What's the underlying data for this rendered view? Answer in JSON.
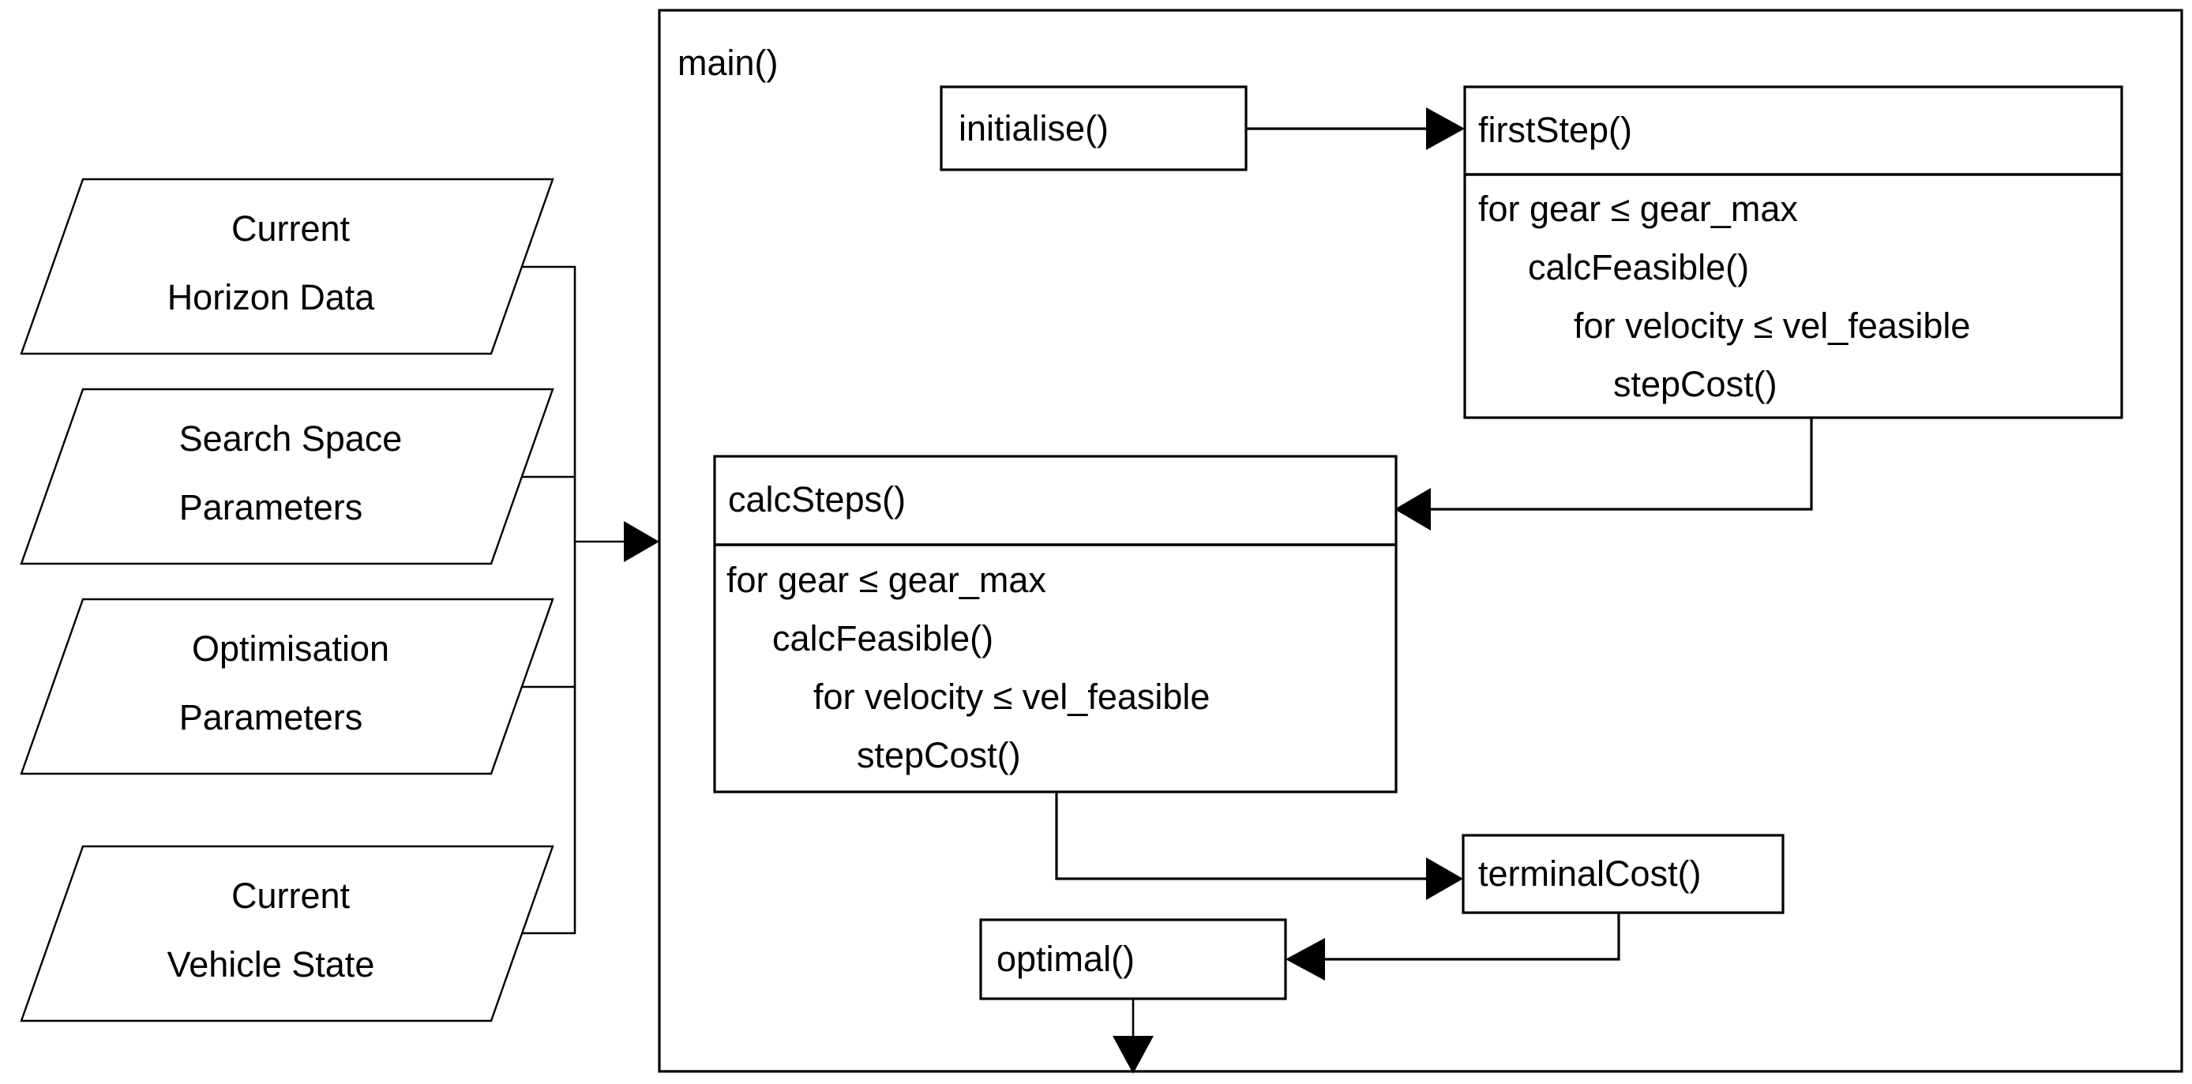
{
  "diagram": {
    "title": "main",
    "container": {
      "label": "main()"
    },
    "inputs": [
      {
        "id": "current-horizon-data",
        "line1": "Current",
        "line2": "Horizon Data"
      },
      {
        "id": "search-space-parameters",
        "line1": "Search Space",
        "line2": "Parameters"
      },
      {
        "id": "optimisation-parameters",
        "line1": "Optimisation",
        "line2": "Parameters"
      },
      {
        "id": "current-vehicle-state",
        "line1": "Current",
        "line2": "Vehicle State"
      }
    ],
    "nodes": {
      "initialise": {
        "label": "initialise()"
      },
      "first_step": {
        "label": "firstStep()",
        "body": [
          "for gear ≤  gear_max",
          "calcFeasible()",
          "for velocity ≤ vel_feasible",
          "stepCost()"
        ]
      },
      "calc_steps": {
        "label": "calcSteps()",
        "body": [
          "for gear ≤  gear_max",
          "calcFeasible()",
          "for velocity ≤ vel_feasible",
          "stepCost()"
        ]
      },
      "terminal_cost": {
        "label": "terminalCost()"
      },
      "optimal": {
        "label": "optimal()"
      }
    },
    "colors": {
      "stroke": "#000000",
      "fill": "#ffffff",
      "text": "#000000"
    }
  }
}
